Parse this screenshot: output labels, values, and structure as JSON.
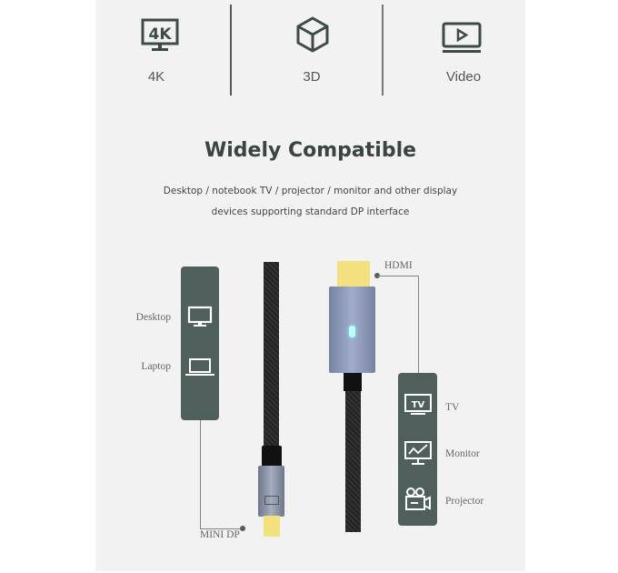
{
  "features": [
    {
      "label": "4K",
      "icon": "4k-monitor-icon",
      "icon_text": "4K"
    },
    {
      "label": "3D",
      "icon": "cube-icon"
    },
    {
      "label": "Video",
      "icon": "video-player-icon"
    }
  ],
  "title": "Widely Compatible",
  "subtitle": [
    "Desktop / notebook TV / projector / monitor and other display",
    "devices supporting standard DP interface"
  ],
  "source_devices": [
    {
      "label": "Desktop",
      "icon": "desktop-icon"
    },
    {
      "label": "Laptop",
      "icon": "laptop-icon"
    }
  ],
  "target_devices": [
    {
      "label": "TV",
      "icon": "tv-icon",
      "icon_text": "TV"
    },
    {
      "label": "Monitor",
      "icon": "monitor-icon"
    },
    {
      "label": "Projector",
      "icon": "projector-icon"
    }
  ],
  "connectors": {
    "mini_dp": "MINI DP",
    "hdmi": "HDMI"
  },
  "colors": {
    "panel": "#4f5f5b",
    "gold": "#f3e07e",
    "housing": "#8e9bb0",
    "cable": "#1e1e1e"
  }
}
